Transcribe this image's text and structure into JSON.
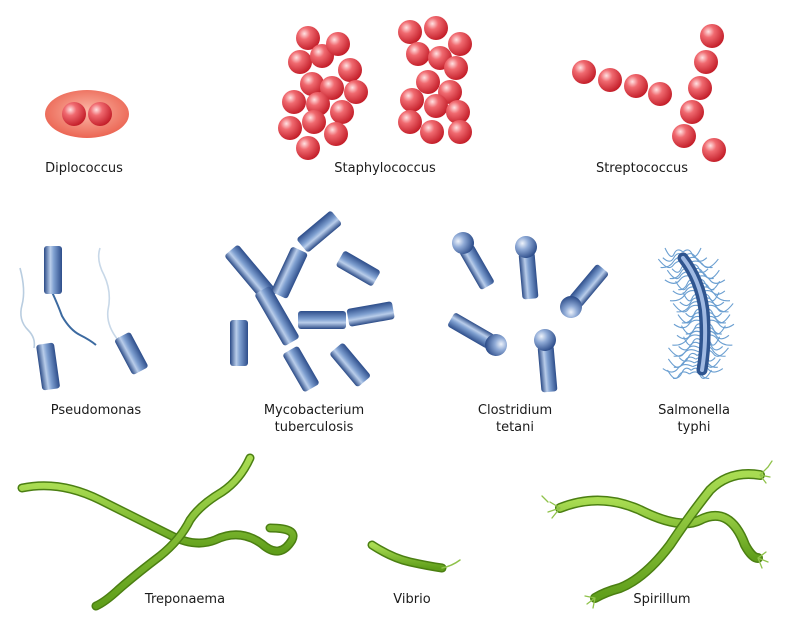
{
  "labels": {
    "diplococcus": "Diplococcus",
    "staphylococcus": "Staphylococcus",
    "streptococcus": "Streptococcus",
    "pseudomonas": "Pseudomonas",
    "mycobacterium_line1": "Mycobacterium",
    "mycobacterium_line2": "tuberculosis",
    "clostridium_line1": "Clostridium",
    "clostridium_line2": "tetani",
    "salmonella_line1": "Salmonella",
    "salmonella_line2": "typhi",
    "treponaema": "Treponaema",
    "vibrio": "Vibrio",
    "spirillum": "Spirillum"
  },
  "colors": {
    "coccus_red": "#e8434a",
    "capsule_pink": "#f07868",
    "rod_blue": "#5a7fb8",
    "spiral_green": "#7ec02a",
    "label_text": "#1a1a1a"
  }
}
